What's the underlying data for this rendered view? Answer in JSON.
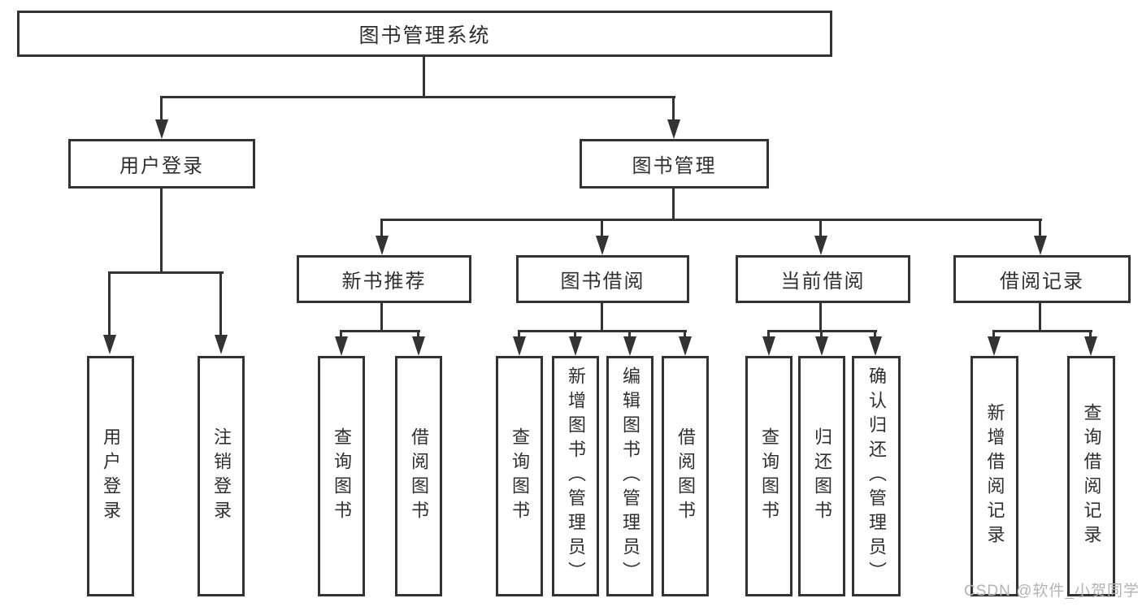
{
  "diagram_title": "图书管理系统",
  "tree": {
    "root": {
      "label": "图书管理系统"
    },
    "branches": [
      {
        "label": "用户登录",
        "children": [
          {
            "label": "用户登录"
          },
          {
            "label": "注销登录"
          }
        ]
      },
      {
        "label": "图书管理",
        "children": [
          {
            "label": "新书推荐",
            "children": [
              {
                "label": "查询图书"
              },
              {
                "label": "借阅图书"
              }
            ]
          },
          {
            "label": "图书借阅",
            "children": [
              {
                "label": "查询图书"
              },
              {
                "label": "新增图书（管理员）"
              },
              {
                "label": "编辑图书（管理员）"
              },
              {
                "label": "借阅图书"
              }
            ]
          },
          {
            "label": "当前借阅",
            "children": [
              {
                "label": "查询图书"
              },
              {
                "label": "归还图书"
              },
              {
                "label": "确认归还（管理员）"
              }
            ]
          },
          {
            "label": "借阅记录",
            "children": [
              {
                "label": "新增借阅记录"
              },
              {
                "label": "查询借阅记录"
              }
            ]
          }
        ]
      }
    ]
  },
  "watermark": {
    "text": "CSDN @软件_小贺同学",
    "color": "#b3b3b3"
  },
  "colors": {
    "line": "#333333",
    "box_border": "#333333",
    "text": "#2f2f2f",
    "background": "#ffffff"
  }
}
